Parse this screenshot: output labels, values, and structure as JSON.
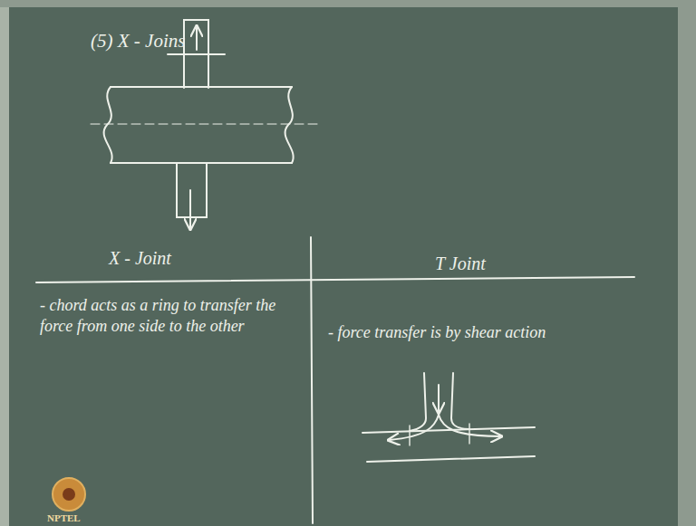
{
  "diagram": {
    "title": "(5) X - Joins",
    "labels": [
      "X - Joint",
      "T Joint",
      "- chord acts as a ring to transfer the force from one side to the other",
      "- force transfer is by shear action",
      "NPTEL"
    ]
  }
}
